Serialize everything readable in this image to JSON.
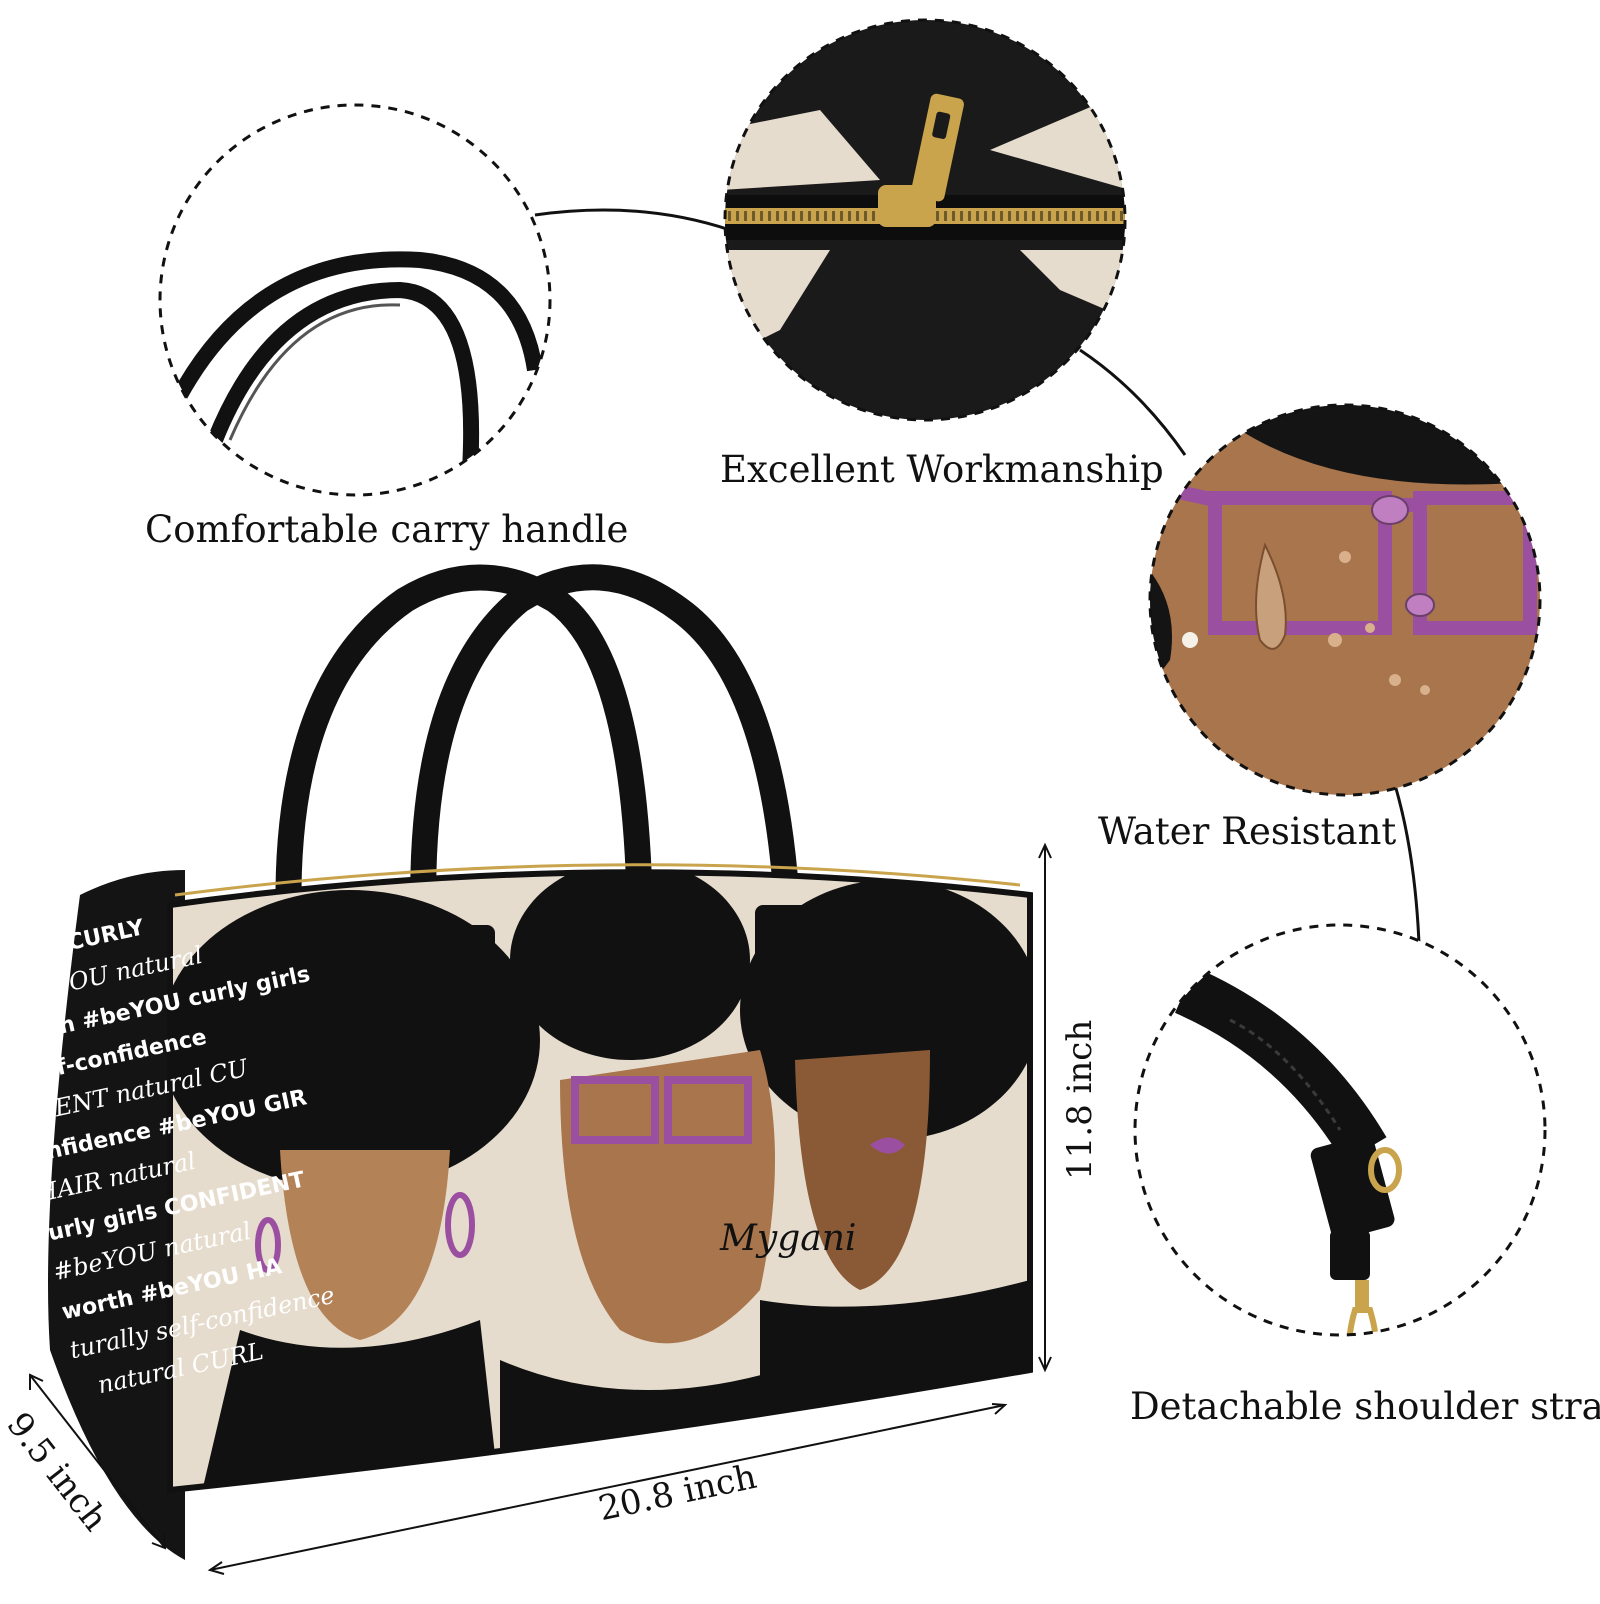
{
  "callouts": {
    "handle": "Comfortable carry handle",
    "zipper": "Excellent Workmanship",
    "water": "Water Resistant",
    "strap": "Detachable shoulder strap"
  },
  "dimensions": {
    "width": "20.8 inch",
    "height": "11.8 inch",
    "depth": "9.5 inch"
  },
  "product": {
    "brand_signature": "Mygani",
    "side_panel_words": [
      "girls CURLY",
      "#beYOU natural",
      "worth #beYOU curly girls",
      "self-confidence",
      "FIDENT natural CU",
      "confidence #beYOU GIR",
      "HAIR natural",
      "curly girls CONFIDENT",
      "#beYOU natural",
      "worth #beYOU HA",
      "turally self-confidence",
      "natural CURL"
    ]
  },
  "colors": {
    "bag_black": "#141414",
    "cream": "#e6dccd",
    "skin_light": "#b48257",
    "skin_mid": "#a8754c",
    "skin_dark": "#8a5a37",
    "accent_purple": "#9b4fa0",
    "zipper_gold": "#c9a44c"
  }
}
